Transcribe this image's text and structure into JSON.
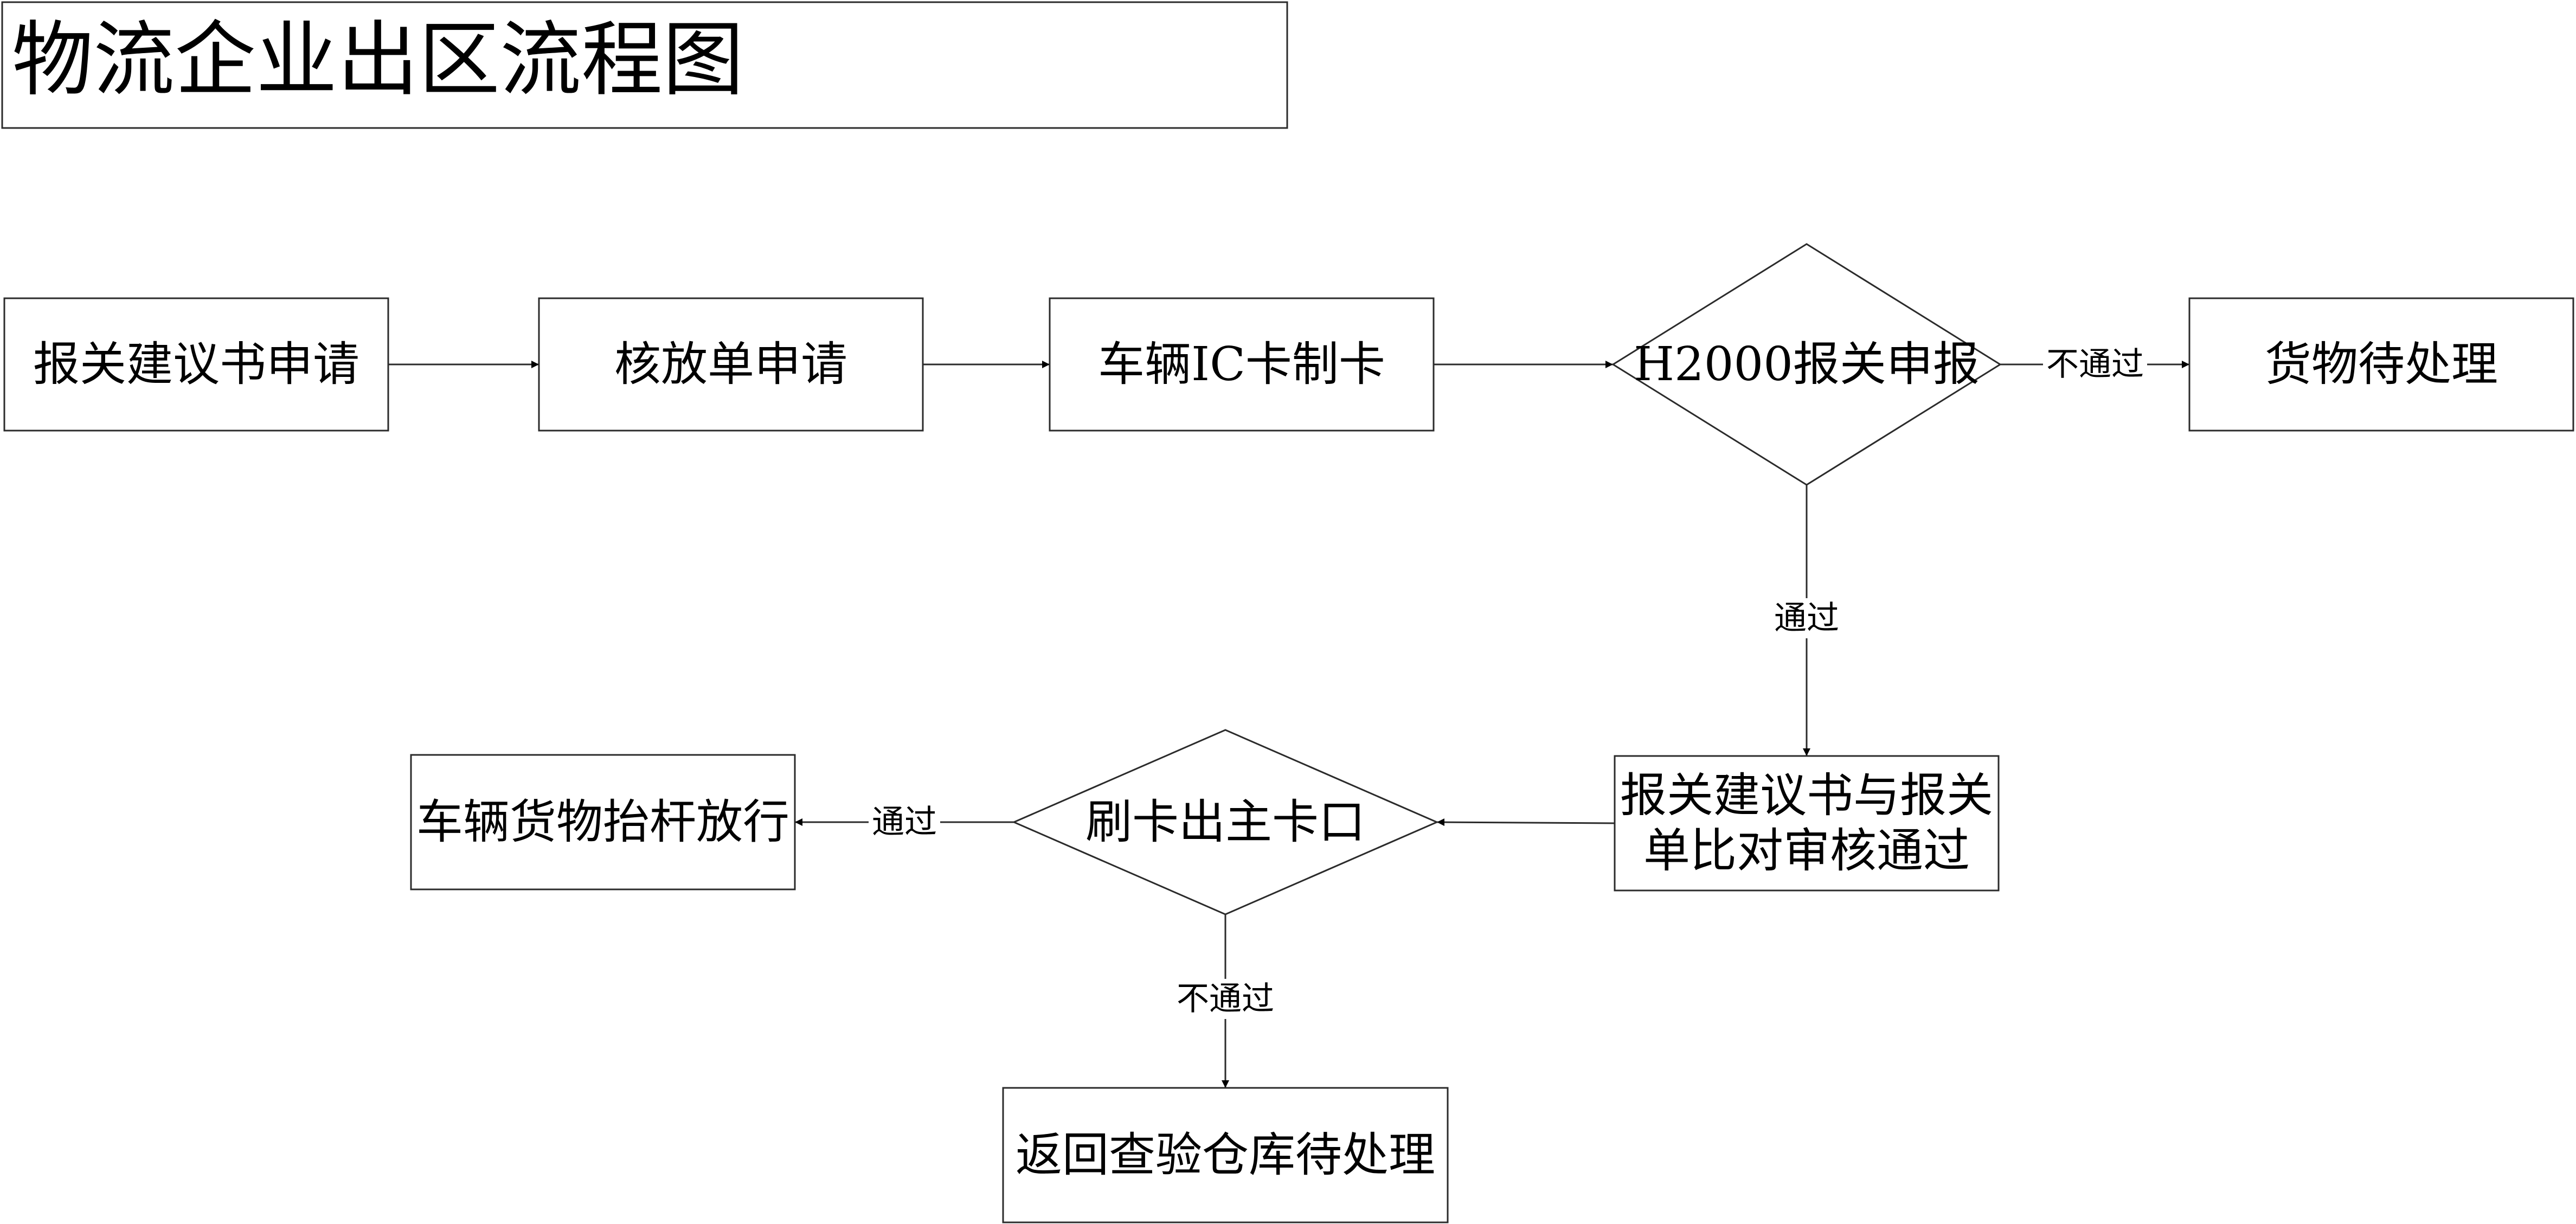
{
  "title": "物流企业出区流程图",
  "nodes": [
    {
      "id": "n1",
      "shape": "rect",
      "lines": [
        "报关建议书申请"
      ]
    },
    {
      "id": "n2",
      "shape": "rect",
      "lines": [
        "核放单申请"
      ]
    },
    {
      "id": "n3",
      "shape": "rect",
      "lines": [
        "车辆IC卡制卡"
      ]
    },
    {
      "id": "n4",
      "shape": "diamond",
      "lines": [
        "H2000报关申报"
      ]
    },
    {
      "id": "n5",
      "shape": "rect",
      "lines": [
        "货物待处理"
      ]
    },
    {
      "id": "n6",
      "shape": "rect",
      "lines": [
        "报关建议书与报关",
        "单比对审核通过"
      ]
    },
    {
      "id": "n7",
      "shape": "diamond",
      "lines": [
        "刷卡出主卡口"
      ]
    },
    {
      "id": "n8",
      "shape": "rect",
      "lines": [
        "车辆货物抬杆放行"
      ]
    },
    {
      "id": "n9",
      "shape": "rect",
      "lines": [
        "返回查验仓库待处理"
      ]
    }
  ],
  "edges": [
    {
      "from": "n1",
      "to": "n2",
      "label": ""
    },
    {
      "from": "n2",
      "to": "n3",
      "label": ""
    },
    {
      "from": "n3",
      "to": "n4",
      "label": ""
    },
    {
      "from": "n4",
      "to": "n5",
      "label": "不通过"
    },
    {
      "from": "n4",
      "to": "n6",
      "label": "通过"
    },
    {
      "from": "n6",
      "to": "n7",
      "label": ""
    },
    {
      "from": "n7",
      "to": "n8",
      "label": "通过"
    },
    {
      "from": "n7",
      "to": "n9",
      "label": "不通过"
    }
  ],
  "colors": {
    "stroke": "#2b2b2b",
    "fill": "#ffffff",
    "text": "#000000"
  }
}
